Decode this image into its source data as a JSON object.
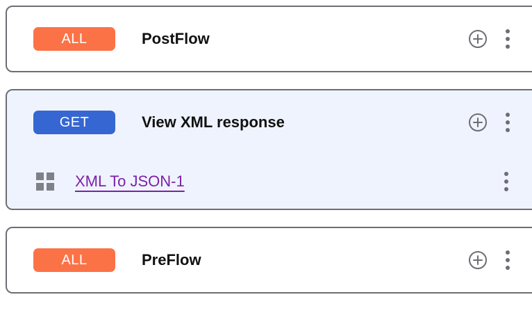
{
  "flows": [
    {
      "id": "postflow",
      "selected": false,
      "method": "ALL",
      "method_color": "#fc7247",
      "title": "PostFlow",
      "has_add_button": true,
      "has_kebab": true,
      "steps": []
    },
    {
      "id": "view-xml-response",
      "selected": true,
      "method": "GET",
      "method_color": "#3566d2",
      "title": "View XML response",
      "has_add_button": true,
      "has_kebab": true,
      "steps": [
        {
          "icon": "grid-icon",
          "label": "XML To JSON-1",
          "link_color": "#7b21a8",
          "has_kebab": true
        }
      ]
    },
    {
      "id": "preflow",
      "selected": false,
      "method": "ALL",
      "method_color": "#fc7247",
      "title": "PreFlow",
      "has_add_button": true,
      "has_kebab": true,
      "steps": []
    }
  ],
  "icons": {
    "add": "plus-circle-icon",
    "more": "kebab-menu-icon",
    "policy": "grid-icon"
  },
  "colors": {
    "card_border": "#6d6e73",
    "card_background": "#ffffff",
    "card_background_selected": "#eff3fd",
    "icon_gray": "#6d6e73",
    "policy_icon_gray": "#7f8189",
    "title_text": "#111111"
  }
}
